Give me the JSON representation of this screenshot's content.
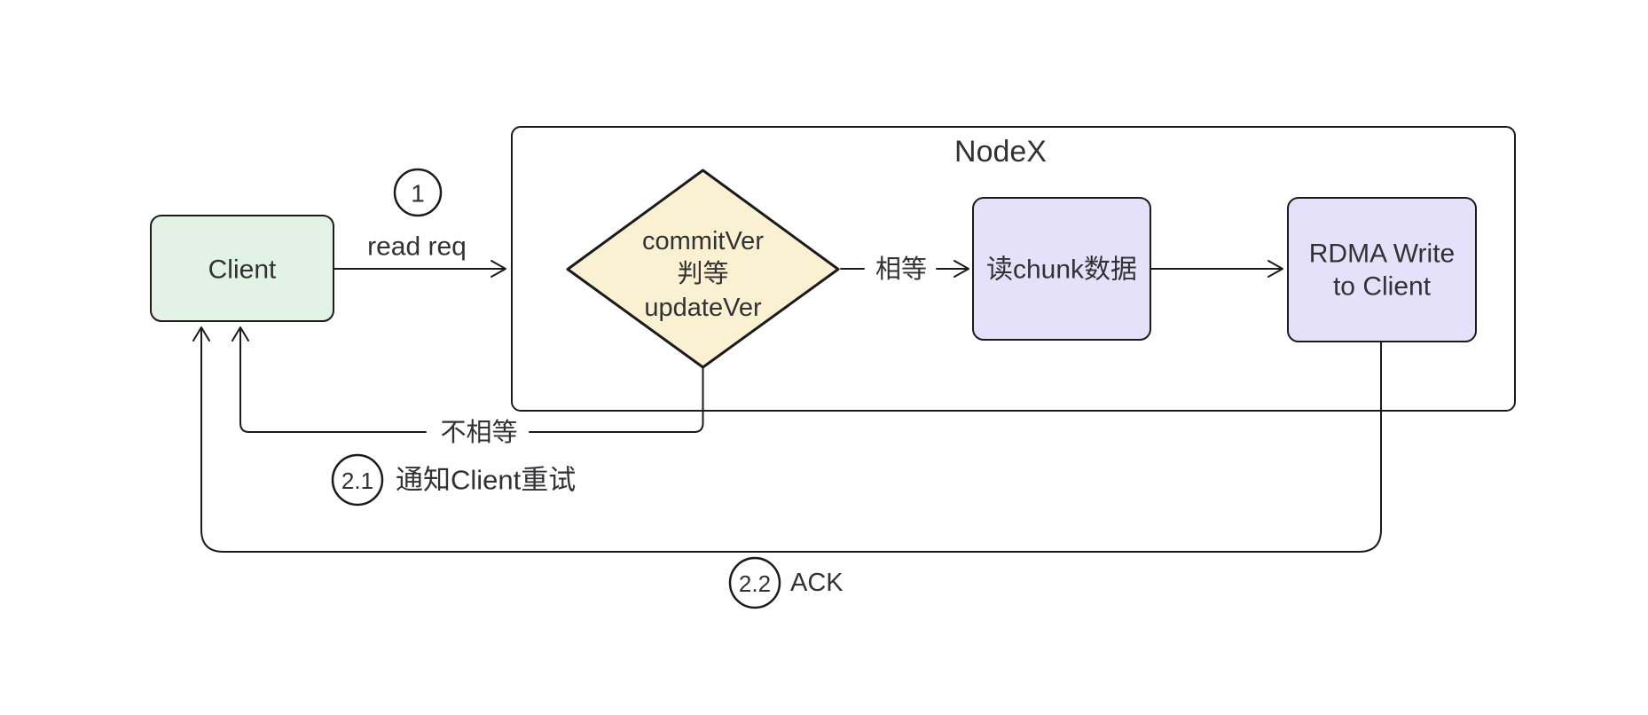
{
  "diagram": {
    "container_title": "NodeX",
    "nodes": {
      "client": {
        "label": "Client"
      },
      "decision": {
        "lines": [
          "commitVer",
          "判等",
          "updateVer"
        ]
      },
      "read_chunk": {
        "label": "读chunk数据"
      },
      "rdma_write": {
        "lines": [
          "RDMA Write",
          "to Client"
        ]
      }
    },
    "edges": {
      "read_req": {
        "badge": "1",
        "label": "read req"
      },
      "equal": {
        "label": "相等"
      },
      "not_equal": {
        "label": "不相等"
      },
      "retry": {
        "badge": "2.1",
        "label": "通知Client重试"
      },
      "ack": {
        "badge": "2.2",
        "label": "ACK"
      }
    },
    "colors": {
      "stroke": "#1b1b1b",
      "text": "#323234",
      "client_fill": "#e2f3e6",
      "decision_fill": "#faf0d2",
      "process_fill": "#e6e1fa",
      "badge_fill": "#ffffff",
      "background": "#ffffff"
    }
  }
}
